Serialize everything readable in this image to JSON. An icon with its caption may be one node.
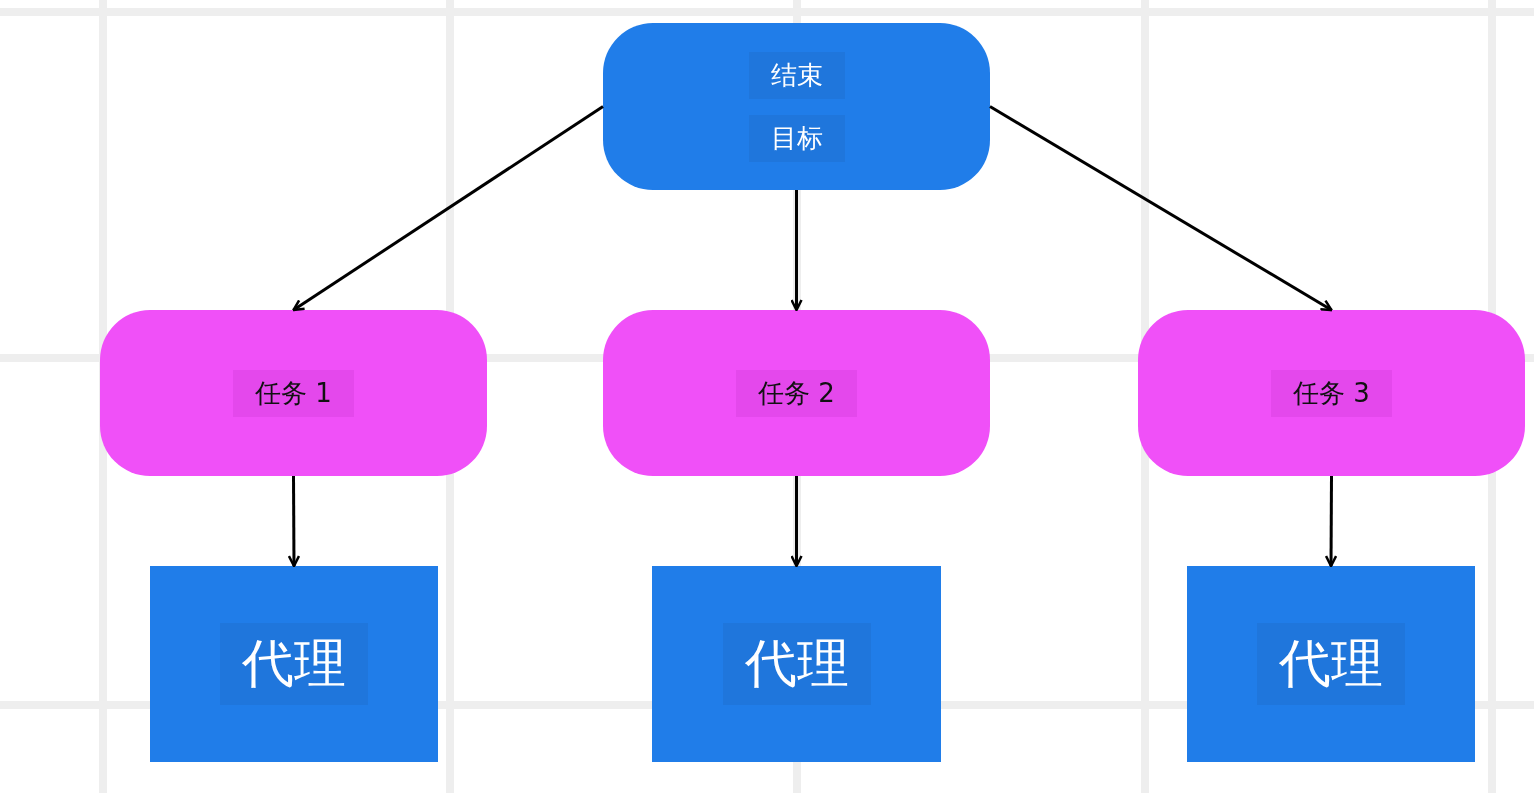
{
  "diagram": {
    "nodes": [
      {
        "text": [
          "结束",
          "目标"
        ]
      },
      {
        "text": [
          "任务 1"
        ]
      },
      {
        "text": [
          "任务 2"
        ]
      },
      {
        "text": [
          "任务 3"
        ]
      },
      {
        "text": [
          "代理"
        ]
      },
      {
        "text": [
          "代理"
        ]
      },
      {
        "text": [
          "代理"
        ]
      }
    ],
    "edges": [
      {
        "from": 0,
        "to": 1,
        "arrow": "to"
      },
      {
        "from": 0,
        "to": 2,
        "arrow": "to"
      },
      {
        "from": 0,
        "to": 3,
        "arrow": "to"
      },
      {
        "from": 1,
        "to": 4,
        "arrow": "to"
      },
      {
        "from": 2,
        "to": 5,
        "arrow": "to"
      },
      {
        "from": 3,
        "to": 6,
        "arrow": "to"
      }
    ]
  }
}
